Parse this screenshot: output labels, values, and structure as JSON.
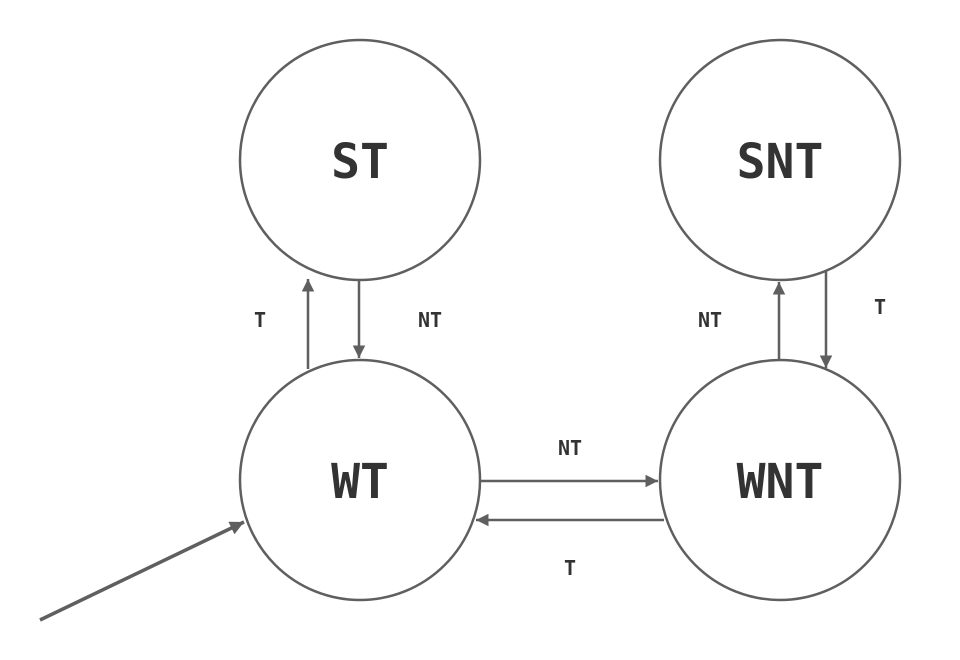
{
  "states": {
    "st": "ST",
    "snt": "SNT",
    "wt": "WT",
    "wnt": "WNT"
  },
  "transitions": {
    "wt_to_st": "T",
    "st_to_wt": "NT",
    "wnt_to_snt": "NT",
    "snt_to_wnt": "T",
    "wt_to_wnt": "NT",
    "wnt_to_wt": "T"
  },
  "colors": {
    "stroke": "#5f5f5f",
    "text": "#333333",
    "background": "#ffffff"
  }
}
